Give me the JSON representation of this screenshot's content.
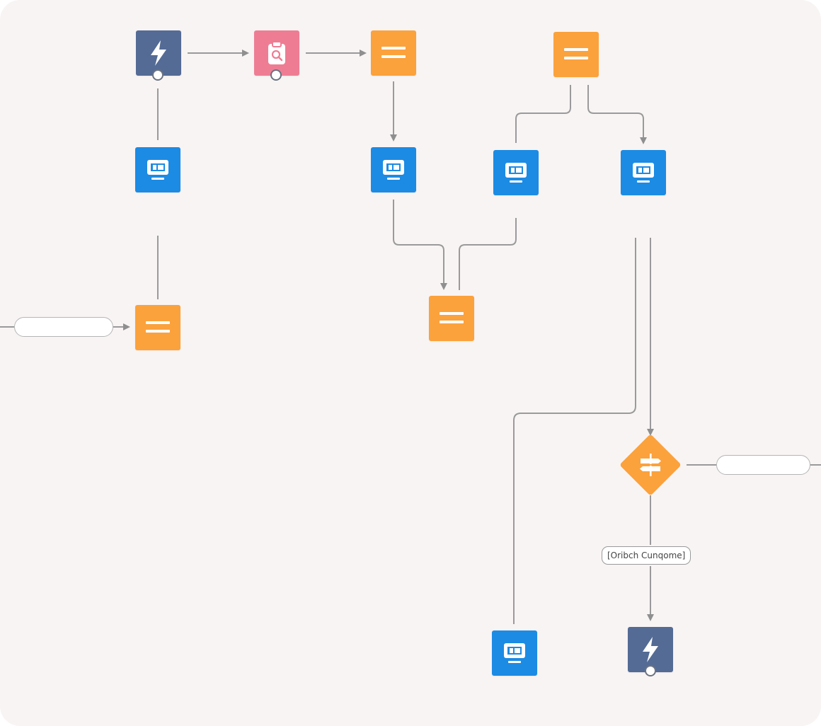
{
  "colors": {
    "canvas": "#f9f4f4",
    "trigger": "#546b95",
    "lookup": "#ee7d94",
    "assignment": "#fba23c",
    "screen": "#1c8be4",
    "decision": "#fba23c",
    "wire": "#9a9a9a"
  },
  "nodes": {
    "trigger_top": {
      "type": "trigger",
      "icon": "lightning-bolt-icon"
    },
    "lookup": {
      "type": "record-lookup",
      "icon": "clipboard-search-icon"
    },
    "assignment_a": {
      "type": "assignment",
      "icon": "equals-icon"
    },
    "assignment_b": {
      "type": "assignment",
      "icon": "equals-icon"
    },
    "assignment_left": {
      "type": "assignment",
      "icon": "equals-icon"
    },
    "assignment_merge": {
      "type": "assignment",
      "icon": "equals-icon"
    },
    "screen_left": {
      "type": "screen",
      "icon": "monitor-icon"
    },
    "screen_mid": {
      "type": "screen",
      "icon": "monitor-icon"
    },
    "screen_right_a": {
      "type": "screen",
      "icon": "monitor-icon"
    },
    "screen_right_b": {
      "type": "screen",
      "icon": "monitor-icon"
    },
    "screen_bottom": {
      "type": "screen",
      "icon": "monitor-icon"
    },
    "decision": {
      "type": "decision",
      "icon": "signpost-icon"
    },
    "trigger_bottom": {
      "type": "trigger",
      "icon": "lightning-bolt-icon"
    }
  },
  "edge_labels": {
    "decision_outcome": "[Oribch Cunqome]"
  }
}
